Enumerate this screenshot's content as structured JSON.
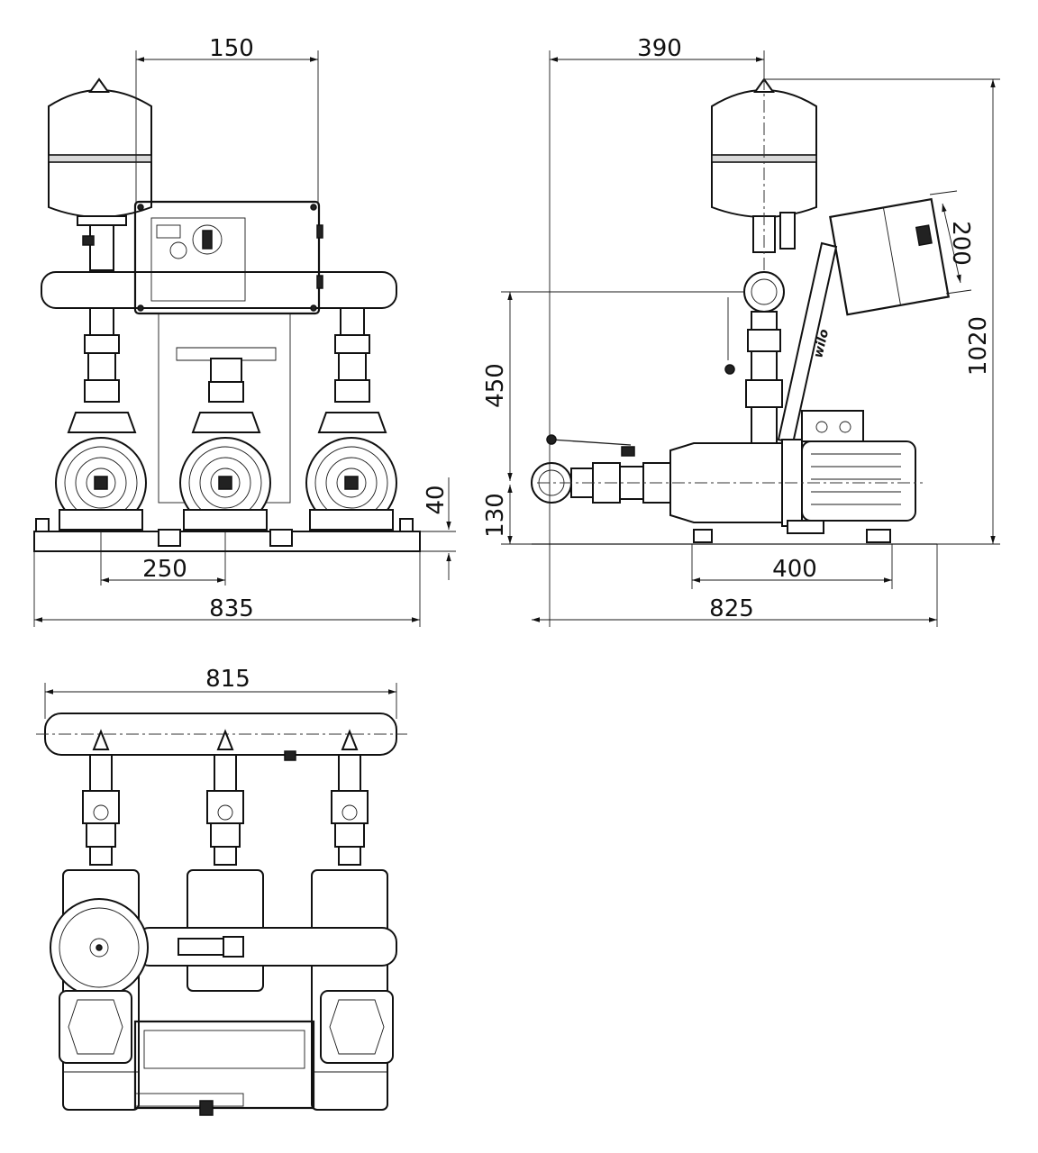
{
  "dimensions": {
    "front": {
      "top": "150",
      "pitch": "250",
      "width": "835",
      "base_height": "40"
    },
    "side": {
      "top": "390",
      "controller": "200",
      "height": "1020",
      "inlet_height": "450",
      "outlet_height": "130",
      "motor": "400",
      "depth": "825"
    },
    "top_view": {
      "manifold_length": "815"
    }
  },
  "brand_label": "wilo",
  "colors": {
    "line": "#111111",
    "tank_band": "#d9d9d9"
  }
}
